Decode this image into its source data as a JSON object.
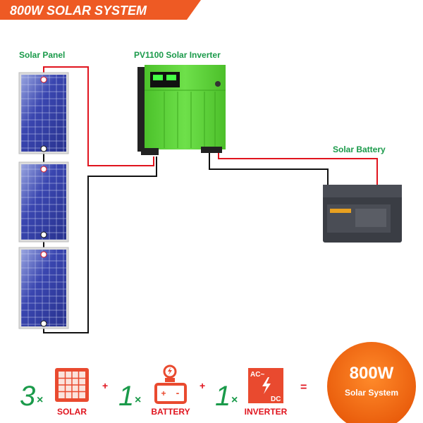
{
  "header": {
    "title": "800W SOLAR SYSTEM"
  },
  "labels": {
    "solar_panel": "Solar Panel",
    "inverter": "PV1100 Solar Inverter",
    "battery": "Solar Battery"
  },
  "terminals": {
    "plus": "+",
    "minus": "-"
  },
  "formula": {
    "solar_qty": "3",
    "battery_qty": "1",
    "inverter_qty": "1",
    "times": "×",
    "plus": "+",
    "equals": "=",
    "solar_label": "SOLAR",
    "battery_label": "BATTERY",
    "inverter_label": "INVERTER",
    "inverter_ac": "AC~",
    "inverter_dc": "DC",
    "result_power": "800W",
    "result_label": "Solar System"
  },
  "colors": {
    "accent": "#ee5a24",
    "green": "#1a9a4a",
    "red_wire": "#e0141e",
    "inverter_green": "#5fd43a"
  }
}
